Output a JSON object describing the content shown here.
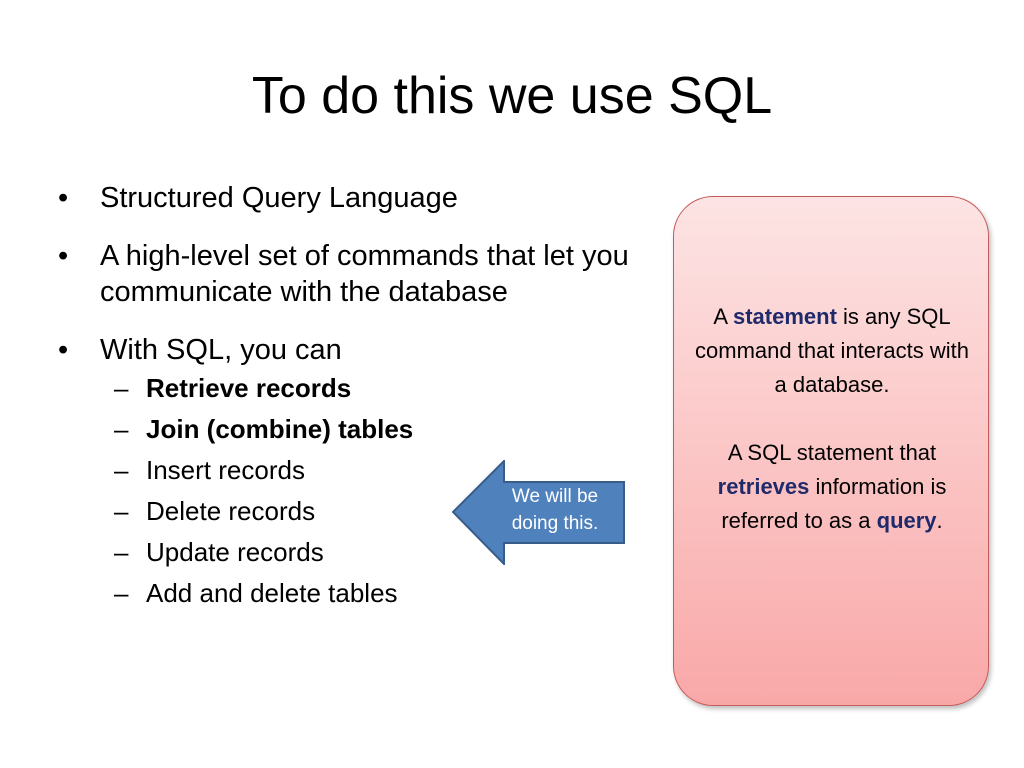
{
  "slide": {
    "title": "To do this we use SQL"
  },
  "bullets": [
    {
      "marker": "•",
      "text": "Structured Query Language"
    },
    {
      "marker": "•",
      "text": "A high-level set of commands that let you communicate with the database"
    },
    {
      "marker": "•",
      "text": "With SQL, you can"
    }
  ],
  "sub_items": [
    {
      "marker": "–",
      "text": "Retrieve records",
      "bold": true
    },
    {
      "marker": "–",
      "text": "Join (combine) tables",
      "bold": true
    },
    {
      "marker": "–",
      "text": "Insert records",
      "bold": false
    },
    {
      "marker": "–",
      "text": "Delete records",
      "bold": false
    },
    {
      "marker": "–",
      "text": "Update records",
      "bold": false
    },
    {
      "marker": "–",
      "text": "Add and delete tables",
      "bold": false
    }
  ],
  "callout": {
    "line1": "We will be",
    "line2": "doing this.",
    "fill_color": "#4f81bd",
    "stroke_color": "#385d8a"
  },
  "info_box": {
    "p1_before": "A ",
    "p1_emph": "statement",
    "p1_after": " is any SQL command that interacts with a database.",
    "p2_before": "A SQL statement that ",
    "p2_emph1": "retrieves",
    "p2_mid": " information is referred to as a ",
    "p2_emph2": "query",
    "p2_end": ".",
    "emphasis_color": "#1f2a6b",
    "border_color": "#c55a5a"
  }
}
